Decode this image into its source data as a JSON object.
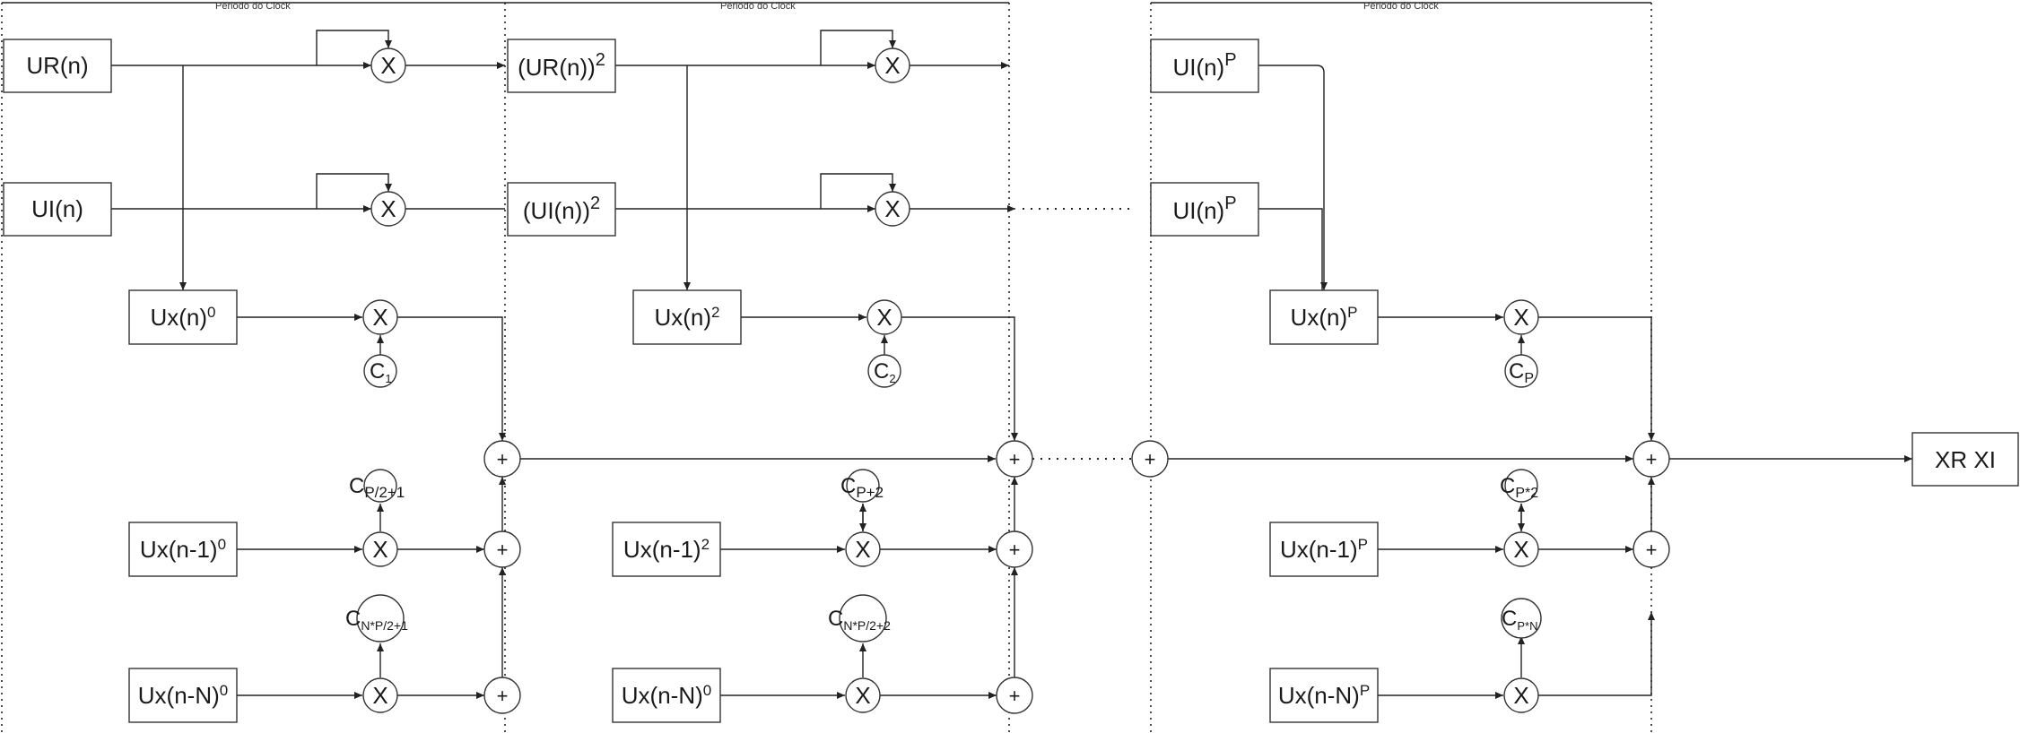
{
  "clock_period_label": "Periodo do Clock",
  "operators": {
    "multiply": "X",
    "add": "+"
  },
  "stage1": {
    "ur_label": "UR(n)",
    "ui_label": "UI(n)",
    "ux_label": "Ux(n)",
    "ux_exp": "0",
    "ux_n1_label": "Ux(n-1)",
    "ux_n1_exp": "0",
    "ux_nN_label": "Ux(n-N)",
    "ux_nN_exp": "0",
    "c_main": {
      "base": "C",
      "sub": "1"
    },
    "c_mid": {
      "base": "C",
      "sub": "P/2+1"
    },
    "c_low": {
      "base": "C",
      "sub": "N*P/2+1"
    }
  },
  "stage2": {
    "ur_label": "(UR(n))",
    "ur_exp": "2",
    "ui_label": "(UI(n))",
    "ui_exp": "2",
    "ux_label": "Ux(n)",
    "ux_exp": "2",
    "ux_n1_label": "Ux(n-1)",
    "ux_n1_exp": "2",
    "ux_nN_label": "Ux(n-N)",
    "ux_nN_exp": "0",
    "c_main": {
      "base": "C",
      "sub": "2"
    },
    "c_mid": {
      "base": "C",
      "sub": "P+2"
    },
    "c_low": {
      "base": "C",
      "sub": "N*P/2+2"
    }
  },
  "stageP": {
    "ur_label": "UI(n)",
    "ur_exp": "P",
    "ui_label": "UI(n)",
    "ui_exp": "P",
    "ux_label": "Ux(n)",
    "ux_exp": "P",
    "ux_n1_label": "Ux(n-1)",
    "ux_n1_exp": "P",
    "ux_nN_label": "Ux(n-N)",
    "ux_nN_exp": "P",
    "c_main": {
      "base": "C",
      "sub": "P"
    },
    "c_mid": {
      "base": "C",
      "sub": "P*2"
    },
    "c_low": {
      "base": "C",
      "sub": "P*N"
    }
  },
  "output_label": "XR XI"
}
